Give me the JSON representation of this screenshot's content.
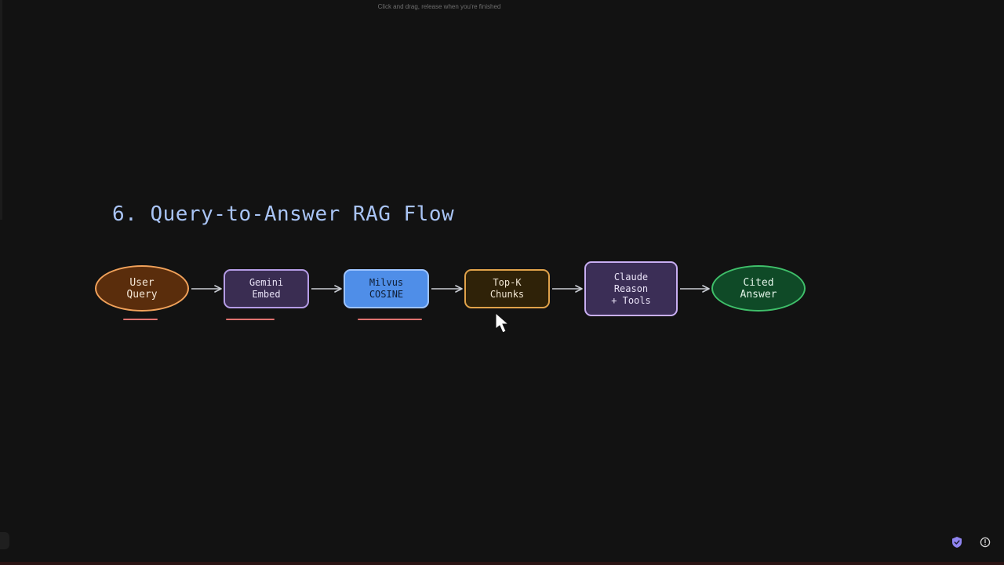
{
  "toolbar": {
    "hint": "Click and drag, release when you're finished"
  },
  "diagram": {
    "title": "6. Query-to-Answer RAG Flow",
    "nodes": [
      {
        "id": "user-query",
        "label": "User\nQuery",
        "shape": "ellipse",
        "fill": "#5a2d0c",
        "stroke": "#f0a15a",
        "text": "#f3e6d6"
      },
      {
        "id": "gemini-embed",
        "label": "Gemini\nEmbed",
        "shape": "rect",
        "fill": "#3a2d52",
        "stroke": "#b59ce6",
        "text": "#e6e0f4"
      },
      {
        "id": "milvus-cosine",
        "label": "Milvus\nCOSINE",
        "shape": "rect",
        "fill": "#4f8ee8",
        "stroke": "#9ec4ff",
        "text": "#0f1d33"
      },
      {
        "id": "top-k-chunks",
        "label": "Top-K\nChunks",
        "shape": "rect",
        "fill": "#2f2208",
        "stroke": "#e0a24a",
        "text": "#f1e6d3"
      },
      {
        "id": "claude-reason-tools",
        "label": "Claude\nReason\n+ Tools",
        "shape": "rect",
        "fill": "#3b2e56",
        "stroke": "#c8aef2",
        "text": "#e9e2f6"
      },
      {
        "id": "cited-answer",
        "label": "Cited\nAnswer",
        "shape": "ellipse",
        "fill": "#0f4a27",
        "stroke": "#3fbf6a",
        "text": "#e3f3e8"
      }
    ],
    "edges": [
      {
        "from": "user-query",
        "to": "gemini-embed"
      },
      {
        "from": "gemini-embed",
        "to": "milvus-cosine"
      },
      {
        "from": "milvus-cosine",
        "to": "top-k-chunks"
      },
      {
        "from": "top-k-chunks",
        "to": "claude-reason-tools"
      },
      {
        "from": "claude-reason-tools",
        "to": "cited-answer"
      }
    ],
    "underlined_nodes": [
      "user-query",
      "gemini-embed",
      "milvus-cosine"
    ],
    "colors": {
      "background": "#121212",
      "title": "#a9c4f5",
      "arrow": "#c9ccd3",
      "annotation": "#e0726f"
    }
  },
  "status": {
    "shield_icon": "shield-check-icon",
    "help_icon": "help-circle-icon"
  }
}
